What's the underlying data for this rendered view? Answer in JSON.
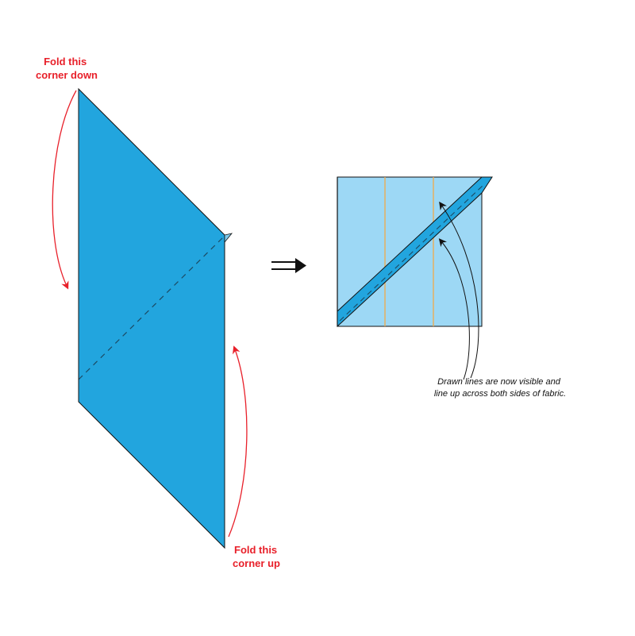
{
  "labels": {
    "fold_down_line1": "Fold this",
    "fold_down_line2": "corner down",
    "fold_up_line1": "Fold this",
    "fold_up_line2": "corner up",
    "note_line1": "Drawn lines are now visible and",
    "note_line2": "line up across both sides of fabric."
  },
  "colors": {
    "fabric_front": "#22a5de",
    "fabric_back": "#9dd8f5",
    "fabric_flap": "#4db6e4",
    "outline": "#111111",
    "stitch_line": "#1c4a63",
    "fold_arrow": "#e8202a",
    "guide_line": "#f0a94a",
    "text_red": "#e8202a",
    "text_dark": "#111111"
  },
  "icons": {
    "transition": "double-arrow-right-icon"
  }
}
